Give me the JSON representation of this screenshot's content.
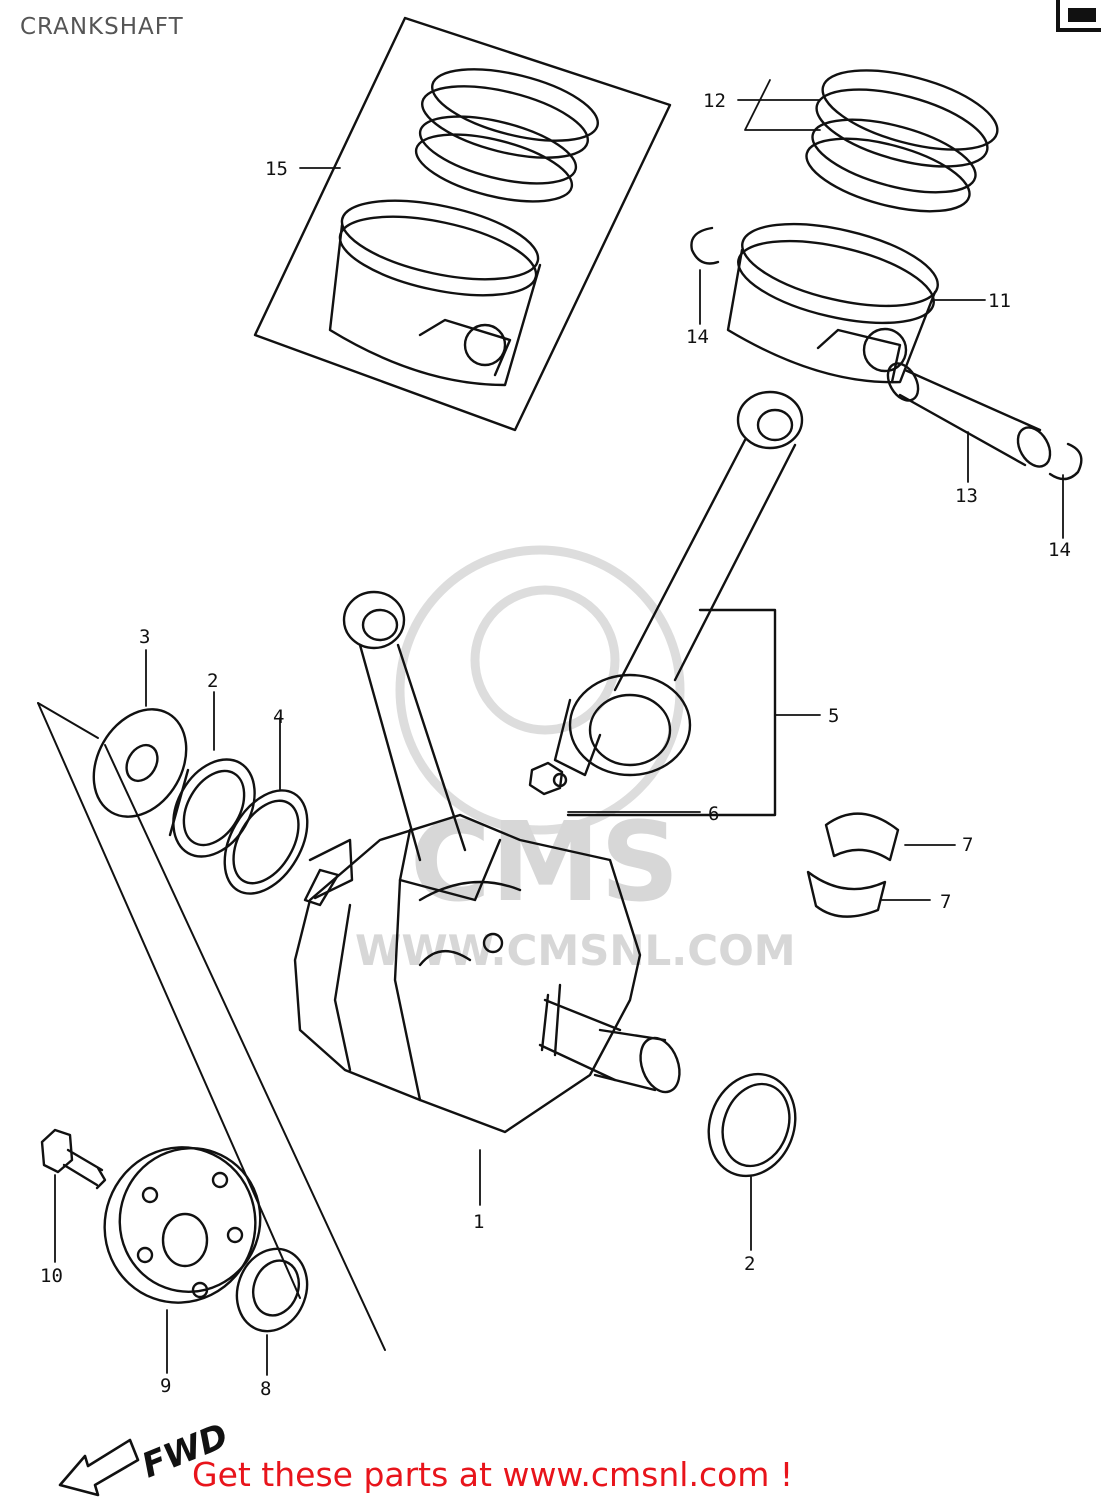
{
  "diagram": {
    "title": "CRANKSHAFT",
    "orientation_label": "FWD",
    "callouts": [
      {
        "id": "c1",
        "label": "1"
      },
      {
        "id": "c2a",
        "label": "2"
      },
      {
        "id": "c2b",
        "label": "2"
      },
      {
        "id": "c3",
        "label": "3"
      },
      {
        "id": "c4",
        "label": "4"
      },
      {
        "id": "c5",
        "label": "5"
      },
      {
        "id": "c6",
        "label": "6"
      },
      {
        "id": "c7a",
        "label": "7"
      },
      {
        "id": "c7b",
        "label": "7"
      },
      {
        "id": "c8",
        "label": "8"
      },
      {
        "id": "c9",
        "label": "9"
      },
      {
        "id": "c10",
        "label": "10"
      },
      {
        "id": "c11",
        "label": "11"
      },
      {
        "id": "c12",
        "label": "12"
      },
      {
        "id": "c13",
        "label": "13"
      },
      {
        "id": "c14a",
        "label": "14"
      },
      {
        "id": "c14b",
        "label": "14"
      },
      {
        "id": "c15",
        "label": "15"
      }
    ],
    "watermark": {
      "logo_text": "CMS",
      "url_text": "WWW.CMSNL.COM"
    },
    "footer": "Get these parts at www.cmsnl.com !",
    "colors": {
      "line": "#111111",
      "footer": "#e8141b",
      "watermark": "#d7d7d7"
    }
  }
}
